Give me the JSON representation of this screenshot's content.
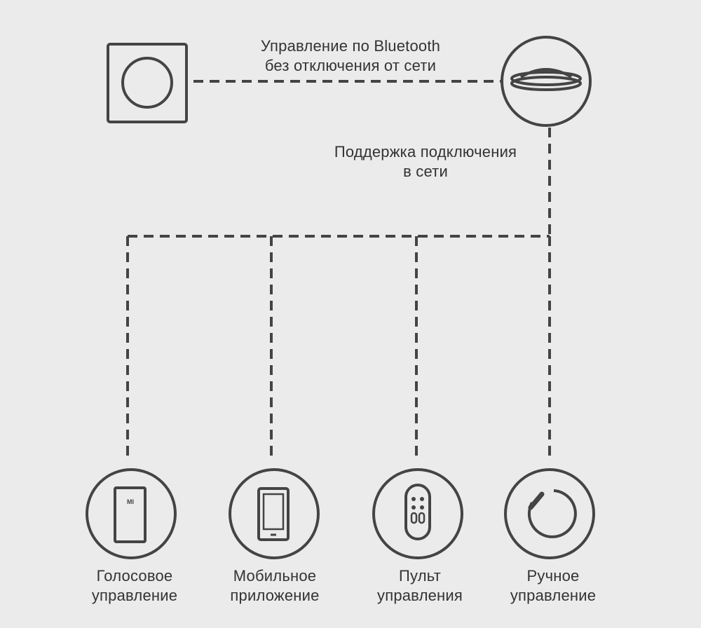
{
  "colors": {
    "background": "#ebebeb",
    "line": "#444444",
    "text": "#333333"
  },
  "bluetooth_link": {
    "line1": "Управление по Bluetooth",
    "line2": "без отключения от сети"
  },
  "network_link": {
    "line1": "Поддержка подключения",
    "line2": "в сети"
  },
  "nodes": {
    "wall_switch": {
      "icon": "wall-switch-icon"
    },
    "ceiling_lamp": {
      "icon": "ceiling-lamp-icon"
    }
  },
  "controls": [
    {
      "icon": "smart-speaker-icon",
      "icon_text": "MI",
      "line1": "Голосовое",
      "line2": "управление"
    },
    {
      "icon": "smartphone-icon",
      "line1": "Мобильное",
      "line2": "приложение"
    },
    {
      "icon": "remote-control-icon",
      "line1": "Пульт",
      "line2": "управления"
    },
    {
      "icon": "manual-dial-icon",
      "line1": "Ручное",
      "line2": "управление"
    }
  ]
}
